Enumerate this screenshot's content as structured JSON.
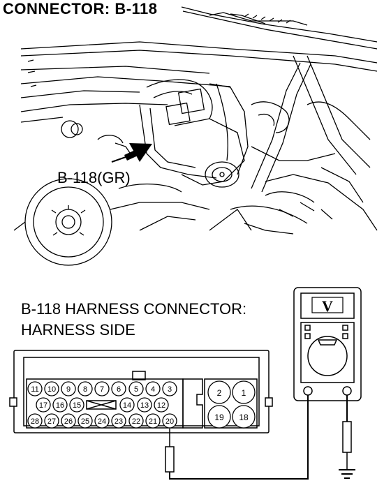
{
  "header": {
    "title": "CONNECTOR: B-118"
  },
  "photo": {
    "callout_label": "B-118(GR)"
  },
  "connector_section": {
    "title_line1": "B-118 HARNESS CONNECTOR:",
    "title_line2": "HARNESS SIDE"
  },
  "connector": {
    "row1_pins": [
      "11",
      "10",
      "9",
      "8",
      "7",
      "6",
      "5",
      "4",
      "3"
    ],
    "row2_pins": [
      "17",
      "16",
      "15",
      "14",
      "13",
      "12"
    ],
    "row3_pins": [
      "28",
      "27",
      "26",
      "25",
      "24",
      "23",
      "22",
      "21",
      "20"
    ],
    "large_pins_top": [
      "2",
      "1"
    ],
    "large_pins_bottom": [
      "19",
      "18"
    ]
  },
  "meter": {
    "mode_symbol": "V"
  }
}
